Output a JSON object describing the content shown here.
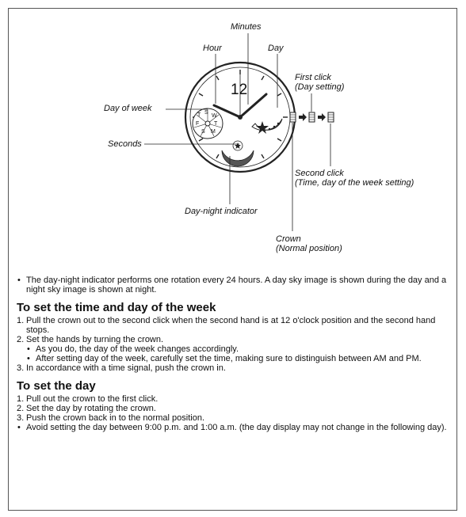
{
  "diagram": {
    "labels": {
      "minutes": "Minutes",
      "hour": "Hour",
      "day": "Day",
      "first_click": "First click",
      "first_click_sub": "(Day setting)",
      "day_of_week": "Day of week",
      "seconds": "Seconds",
      "second_click": "Second click",
      "second_click_sub": "(Time, day of the week setting)",
      "day_night": "Day-night indicator",
      "crown": "Crown",
      "crown_sub": "(Normal position)"
    },
    "dial_number": "12",
    "weekday_letters": [
      "S",
      "M",
      "T",
      "W",
      "T",
      "F",
      "S"
    ]
  },
  "intro_note": "The day-night indicator performs one rotation every 24 hours. A day sky image is shown during the day and a night sky image is shown at night.",
  "section_time": {
    "title": "To set the time and day of the week",
    "step1_num": "1.",
    "step1": "Pull the crown out to the second click when the second hand is at 12 o'clock position and the second hand stops.",
    "step2_num": "2.",
    "step2": "Set the hands by turning the crown.",
    "step2_sub1": "As you do, the day of the week changes accordingly.",
    "step2_sub2": "After setting day of the week, carefully set the time, making sure to distinguish between AM and PM.",
    "step3_num": "3.",
    "step3": "In accordance with a time signal, push the crown in."
  },
  "section_day": {
    "title": "To set the day",
    "step1_num": "1.",
    "step1": "Pull out the crown to the first click.",
    "step2_num": "2.",
    "step2": "Set the day by rotating the crown.",
    "step3_num": "3.",
    "step3": "Push the crown back in to the normal position.",
    "note": "Avoid setting the day between 9:00 p.m. and 1:00 a.m. (the day display may not change in the following day)."
  }
}
